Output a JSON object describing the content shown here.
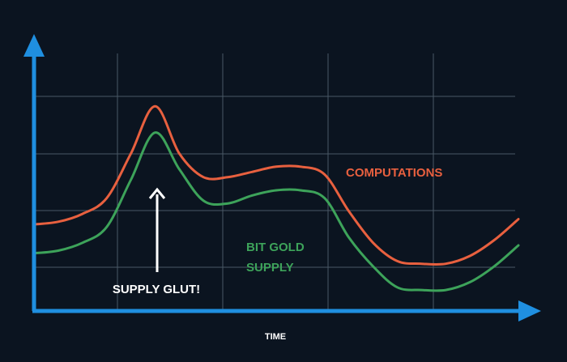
{
  "chart_data": {
    "type": "line",
    "title": "",
    "xlabel": "TIME",
    "ylabel": "",
    "x": [
      0,
      1,
      2,
      3,
      4,
      5,
      6,
      7,
      8,
      9,
      10,
      11,
      12,
      13,
      14,
      15,
      16,
      17,
      18,
      19,
      20
    ],
    "xlim": [
      0,
      20
    ],
    "ylim": [
      0,
      10
    ],
    "grid": true,
    "axis_values_printed": false,
    "series": [
      {
        "name": "COMPUTATIONS",
        "color": "#e8603f",
        "values": [
          3.3,
          3.4,
          3.7,
          4.3,
          6.0,
          7.8,
          6.0,
          5.1,
          5.1,
          5.3,
          5.5,
          5.5,
          5.2,
          3.8,
          2.6,
          1.9,
          1.8,
          1.8,
          2.1,
          2.7,
          3.5
        ]
      },
      {
        "name": "BIT GOLD SUPPLY",
        "color": "#3da35a",
        "values": [
          2.2,
          2.3,
          2.6,
          3.2,
          5.0,
          6.8,
          5.4,
          4.2,
          4.1,
          4.4,
          4.6,
          4.6,
          4.3,
          2.8,
          1.7,
          0.9,
          0.8,
          0.8,
          1.1,
          1.7,
          2.5
        ]
      }
    ],
    "annotations": [
      {
        "text": "SUPPLY GLUT!",
        "x": 4.7,
        "y": 6.0,
        "arrow": "up",
        "color": "#ffffff"
      }
    ],
    "colors": {
      "background": "#0b1420",
      "axis": "#1f8fe0",
      "grid": "#4a5866",
      "annotation": "#ffffff"
    }
  }
}
